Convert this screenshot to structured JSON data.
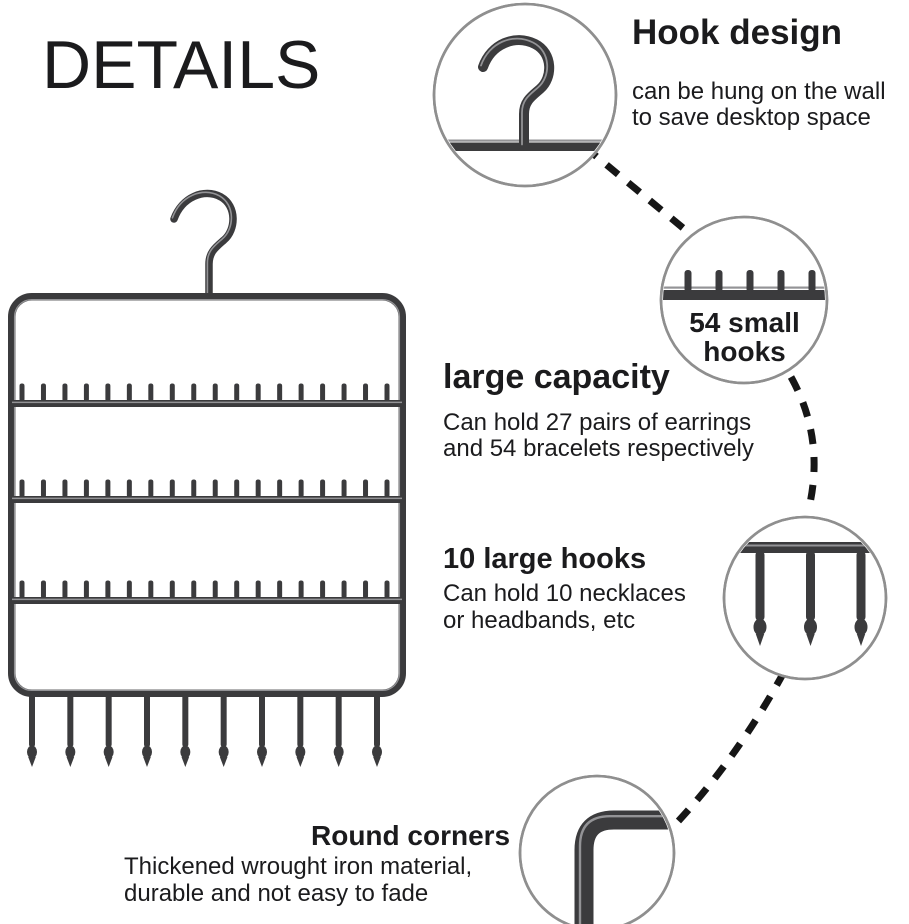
{
  "title": "DETAILS",
  "colors": {
    "metal": "#3b3b3d",
    "metal_highlight": "#939396",
    "circle_stroke": "#8f8f8f",
    "dash": "#161616",
    "text": "#1b1b1d"
  },
  "product": {
    "small_hook_rows": 3,
    "small_hooks_per_row": 18,
    "large_hooks": 10
  },
  "callouts": {
    "hook_design": {
      "heading": "Hook design",
      "body_line1": "can be hung on the wall",
      "body_line2": "to save desktop space"
    },
    "small_hooks": {
      "label_line1": "54 small",
      "label_line2": "hooks",
      "icon_hook_count": 5
    },
    "large_capacity": {
      "heading": "large capacity",
      "body_line1": "Can hold 27 pairs of earrings",
      "body_line2": "and 54 bracelets respectively"
    },
    "large_hooks": {
      "heading": "10 large hooks",
      "body_line1": "Can hold 10 necklaces",
      "body_line2": "or headbands, etc",
      "icon_hook_count": 3
    },
    "round_corners": {
      "heading": "Round corners",
      "body_line1": "Thickened wrought iron material,",
      "body_line2": "durable and not easy to fade"
    }
  }
}
